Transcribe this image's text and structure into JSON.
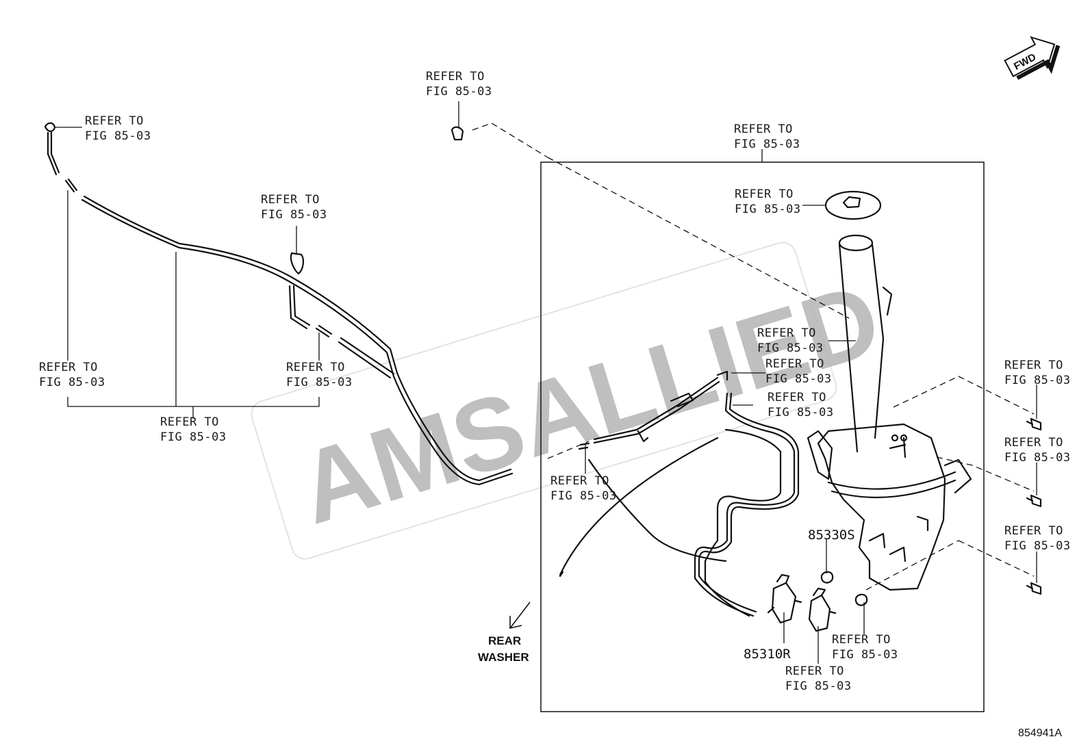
{
  "refer_text": "REFER TO",
  "fig_text": "FIG 85-03",
  "watermark": "AMSALLIED",
  "fwd_label": "FWD",
  "rear_washer": {
    "line1": "REAR",
    "line2": "WASHER"
  },
  "part_numbers": {
    "p1": "85330S",
    "p2": "85310R"
  },
  "diagram_code": "854941A",
  "colors": {
    "ink": "#111111",
    "watermark": "#b4b4b4"
  }
}
